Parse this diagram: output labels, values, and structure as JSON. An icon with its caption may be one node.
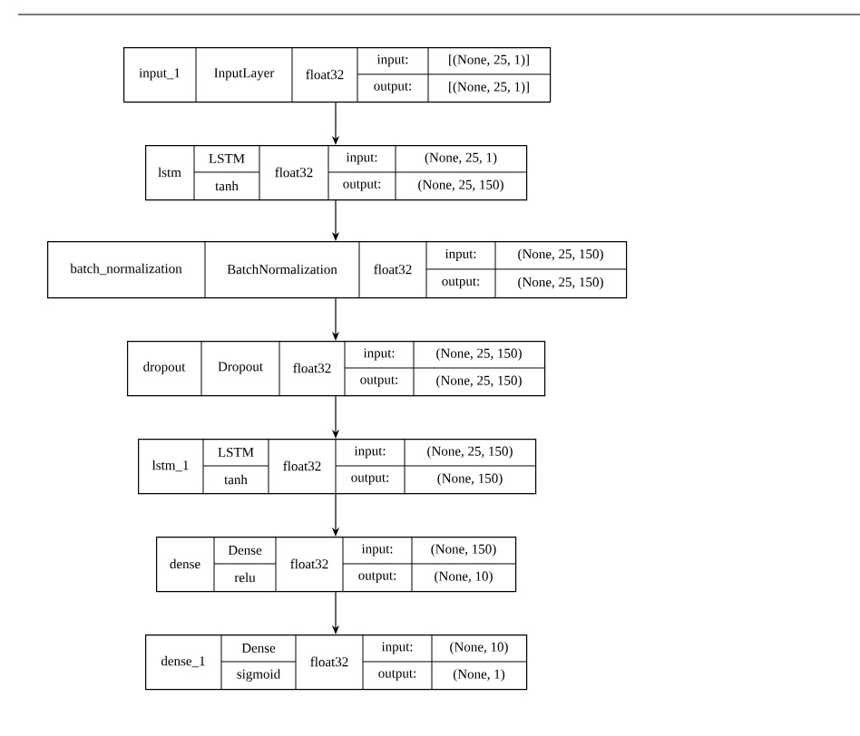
{
  "diagram": {
    "nodes": [
      {
        "text": [
          "input_1",
          "InputLayer",
          "float32",
          "input:",
          "[(None, 25, 1)]",
          "output:",
          "[(None, 25, 1)]"
        ]
      },
      {
        "text": [
          "lstm",
          "LSTM",
          "tanh",
          "float32",
          "input:",
          "(None, 25, 1)",
          "output:",
          "(None, 25, 150)"
        ]
      },
      {
        "text": [
          "batch_normalization",
          "BatchNormalization",
          "float32",
          "input:",
          "(None, 25, 150)",
          "output:",
          "(None, 25, 150)"
        ]
      },
      {
        "text": [
          "dropout",
          "Dropout",
          "float32",
          "input:",
          "(None, 25, 150)",
          "output:",
          "(None, 25, 150)"
        ]
      },
      {
        "text": [
          "lstm_1",
          "LSTM",
          "tanh",
          "float32",
          "input:",
          "(None, 25, 150)",
          "output:",
          "(None, 150)"
        ]
      },
      {
        "text": [
          "dense",
          "Dense",
          "relu",
          "float32",
          "input:",
          "(None, 150)",
          "output:",
          "(None, 10)"
        ]
      },
      {
        "text": [
          "dense_1",
          "Dense",
          "sigmoid",
          "float32",
          "input:",
          "(None, 10)",
          "output:",
          "(None, 1)"
        ]
      }
    ],
    "edges": [
      {
        "from": 0,
        "to": 1,
        "arrow": "to"
      },
      {
        "from": 1,
        "to": 2,
        "arrow": "to"
      },
      {
        "from": 2,
        "to": 3,
        "arrow": "to"
      },
      {
        "from": 3,
        "to": 4,
        "arrow": "to"
      },
      {
        "from": 4,
        "to": 5,
        "arrow": "to"
      },
      {
        "from": 5,
        "to": 6,
        "arrow": "to"
      }
    ]
  }
}
